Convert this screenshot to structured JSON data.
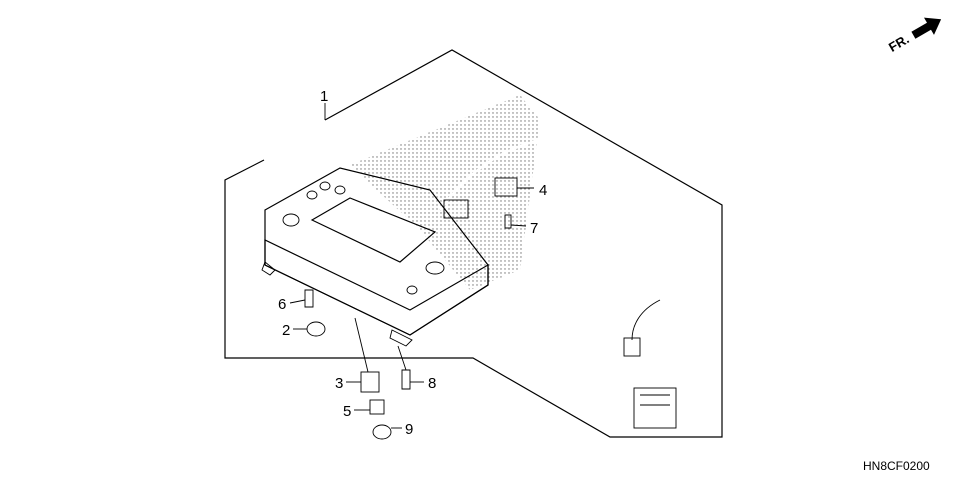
{
  "diagram_code": "HN8CF0200",
  "direction_marker": {
    "text": "FR.",
    "icon": "arrow-icon"
  },
  "callouts": [
    {
      "id": "1",
      "label": "1"
    },
    {
      "id": "2",
      "label": "2"
    },
    {
      "id": "3",
      "label": "3"
    },
    {
      "id": "4",
      "label": "4"
    },
    {
      "id": "5",
      "label": "5"
    },
    {
      "id": "6",
      "label": "6"
    },
    {
      "id": "7",
      "label": "7"
    },
    {
      "id": "8",
      "label": "8"
    },
    {
      "id": "9",
      "label": "9"
    }
  ]
}
